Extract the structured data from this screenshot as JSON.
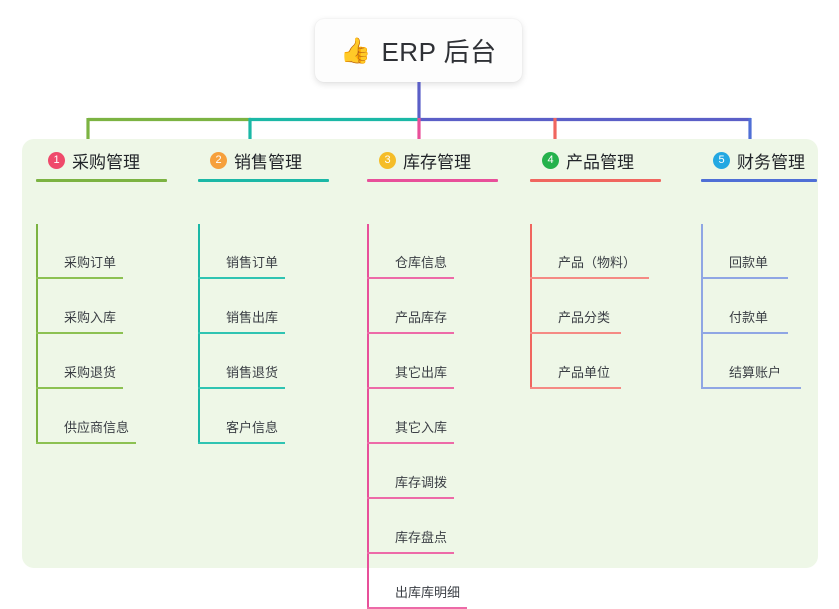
{
  "root": {
    "icon": "thumbs-up-emoji",
    "emoji": "👍",
    "title": "ERP 后台"
  },
  "colors": {
    "panel_bg": "#eef7e7",
    "root_bg": "#fdfdfd",
    "root_text": "#2f3136",
    "trunk": "#5b5fc7",
    "branch_green": "#7cb342",
    "branch_teal": "#1bb8a6",
    "branch_pink": "#e8509a",
    "branch_red": "#f0665f",
    "branch_blue": "#4f6fd6",
    "badge_1": "#ef4a6b",
    "badge_2": "#f6a03c",
    "badge_3": "#f5bd28",
    "badge_4": "#25b24c",
    "badge_5": "#23a8e2",
    "rule_1": "#7cb342",
    "rule_2": "#1bb8a6",
    "rule_3": "#e8509a",
    "rule_4": "#f0665f",
    "rule_5": "#4f6fd6"
  },
  "columns": [
    {
      "index": "1",
      "badge": "①",
      "badge_number": "1",
      "title": "采购管理",
      "accent": "#7cb342",
      "badge_color": "#ef4a6b",
      "items": [
        {
          "label": "采购订单"
        },
        {
          "label": "采购入库"
        },
        {
          "label": "采购退货"
        },
        {
          "label": "供应商信息"
        }
      ]
    },
    {
      "index": "2",
      "badge": "②",
      "badge_number": "2",
      "title": "销售管理",
      "accent": "#1bb8a6",
      "badge_color": "#f6a03c",
      "items": [
        {
          "label": "销售订单"
        },
        {
          "label": "销售出库"
        },
        {
          "label": "销售退货"
        },
        {
          "label": "客户信息"
        }
      ]
    },
    {
      "index": "3",
      "badge": "③",
      "badge_number": "3",
      "title": "库存管理",
      "accent": "#e8509a",
      "badge_color": "#f5bd28",
      "items": [
        {
          "label": "仓库信息"
        },
        {
          "label": "产品库存"
        },
        {
          "label": "其它出库"
        },
        {
          "label": "其它入库"
        },
        {
          "label": "库存调拨"
        },
        {
          "label": "库存盘点"
        },
        {
          "label": "出库库明细"
        }
      ]
    },
    {
      "index": "4",
      "badge": "④",
      "badge_number": "4",
      "title": "产品管理",
      "accent": "#f0665f",
      "badge_color": "#25b24c",
      "items": [
        {
          "label": "产品（物料）"
        },
        {
          "label": "产品分类"
        },
        {
          "label": "产品单位"
        }
      ]
    },
    {
      "index": "5",
      "badge": "⑤",
      "badge_number": "5",
      "title": "财务管理",
      "accent": "#4f6fd6",
      "badge_color": "#23a8e2",
      "items": [
        {
          "label": "回款单"
        },
        {
          "label": "付款单"
        },
        {
          "label": "结算账户"
        }
      ]
    }
  ]
}
